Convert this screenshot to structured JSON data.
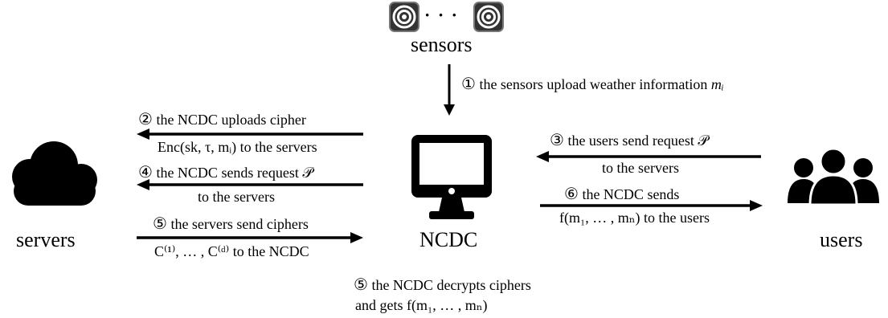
{
  "nodes": {
    "sensors": "sensors",
    "servers": "servers",
    "ncdc": "NCDC",
    "users": "users"
  },
  "sensor_ellipsis": "· · ·",
  "steps": {
    "s1": {
      "num": "①",
      "text": "the sensors upload weather  information",
      "math": "mᵢ"
    },
    "s2": {
      "num": "②",
      "line1": "the NCDC uploads cipher",
      "line2": "Enc(sk, τ, mᵢ) to the servers"
    },
    "s3": {
      "num": "③",
      "line1": "the users send request 𝒫",
      "line2": "to the servers"
    },
    "s4": {
      "num": "④",
      "line1": "the NCDC sends request 𝒫",
      "line2": "to the servers"
    },
    "s5a": {
      "num": "⑤",
      "line1": "the servers send ciphers",
      "line2": "C⁽¹⁾, … , C⁽ᵈ⁾ to the NCDC"
    },
    "s5b": {
      "num": "⑤",
      "line1": "the NCDC decrypts ciphers",
      "line2": "and  gets f(m₁, … , mₙ)"
    },
    "s6": {
      "num": "⑥",
      "line1": "the NCDC sends",
      "line2": "f(m₁, … , mₙ) to the users"
    }
  }
}
